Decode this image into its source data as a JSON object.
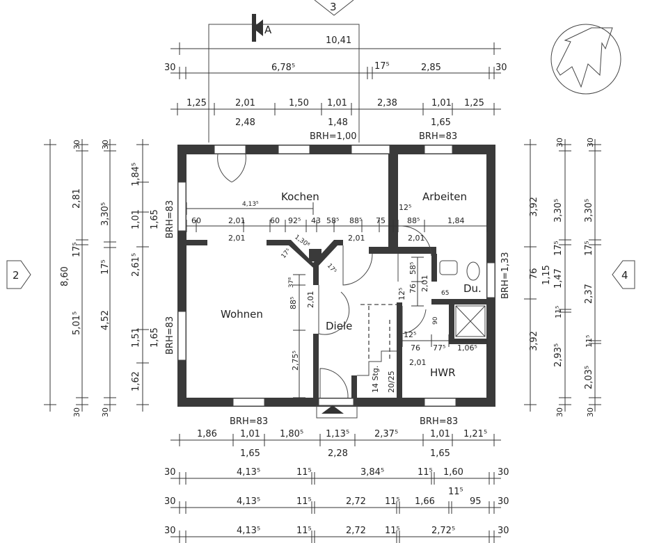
{
  "markers": {
    "section_top": "3",
    "section_left": "2",
    "section_right": "4",
    "section_cut": "A"
  },
  "rooms": {
    "kochen": "Kochen",
    "arbeiten": "Arbeiten",
    "wohnen": "Wohnen",
    "diele": "Diele",
    "du": "Du.",
    "hwr": "HWR"
  },
  "stair": {
    "steps": "14 Stg.",
    "ratio": "20/25"
  },
  "windows": {
    "top_left": "BRH=1,00",
    "top_right": "BRH=83",
    "left_upper": "BRH=83",
    "left_lower": "BRH=83",
    "right": "BRH=1,33",
    "bottom_left": "BRH=83",
    "bottom_right": "BRH=83"
  },
  "dims": {
    "top1": [
      "10,41"
    ],
    "top2": [
      "30",
      "6,78⁵",
      "17⁵",
      "2,85",
      "30"
    ],
    "top3": [
      "1,25",
      "2,01",
      "1,50",
      "1,01",
      "2,38",
      "1,01",
      "1,25"
    ],
    "top3_below": [
      "2,48",
      "1,48",
      "1,65"
    ],
    "left1": [
      "8,60"
    ],
    "left2": [
      "30",
      "2,81",
      "17⁵",
      "5,01⁵",
      "30"
    ],
    "left3": [
      "30",
      "3,30⁵",
      "17⁵",
      "4,52",
      "30"
    ],
    "left4": [
      "1,84⁵",
      "1,01",
      "2,61⁵",
      "1,51",
      "1,62"
    ],
    "left4_inner": [
      "1,65",
      "1,65"
    ],
    "right1": [
      "3,92",
      "76",
      "3,92",
      "1,15"
    ],
    "right2": [
      "30",
      "3,30⁵",
      "17⁵",
      "1,47",
      "11⁵",
      "2,93⁵",
      "30"
    ],
    "right3": [
      "30",
      "3,30⁵",
      "17⁵",
      "2,37",
      "11⁵",
      "2,03⁵",
      "30"
    ],
    "bottom1": [
      "1,86",
      "1,01",
      "1,80⁵",
      "1,13⁵",
      "2,37⁵",
      "1,01",
      "1,21⁵"
    ],
    "bottom1_below": [
      "1,65",
      "2,28",
      "1,65"
    ],
    "bottom2": [
      "30",
      "4,13⁵",
      "11⁵",
      "3,84⁵",
      "11⁵",
      "1,60",
      "30"
    ],
    "bottom3": [
      "30",
      "4,13⁵",
      "11⁵",
      "2,72",
      "11⁵",
      "1,66",
      "11⁵",
      "95",
      "30"
    ],
    "bottom4": [
      "30",
      "4,13⁵",
      "11⁵",
      "2,72",
      "11⁵",
      "2,72⁵",
      "30"
    ],
    "inner_row": [
      "4,13⁵",
      "60",
      "2,01",
      "60",
      "92⁵",
      "43",
      "58⁵",
      "88⁵",
      "75",
      "12⁵",
      "88⁵",
      "1,84"
    ],
    "inner_row_below": [
      "2,01",
      "2,01",
      "2,01"
    ],
    "inner_misc": [
      "1,30⁸",
      "17⁵",
      "17⁵",
      "37⁸",
      "88⁵",
      "2,01",
      "2,75⁵",
      "58⁵",
      "76",
      "2,01",
      "65",
      "12⁵",
      "90",
      "12⁵",
      "76",
      "77⁵",
      "1,06⁵",
      "2,01"
    ]
  }
}
